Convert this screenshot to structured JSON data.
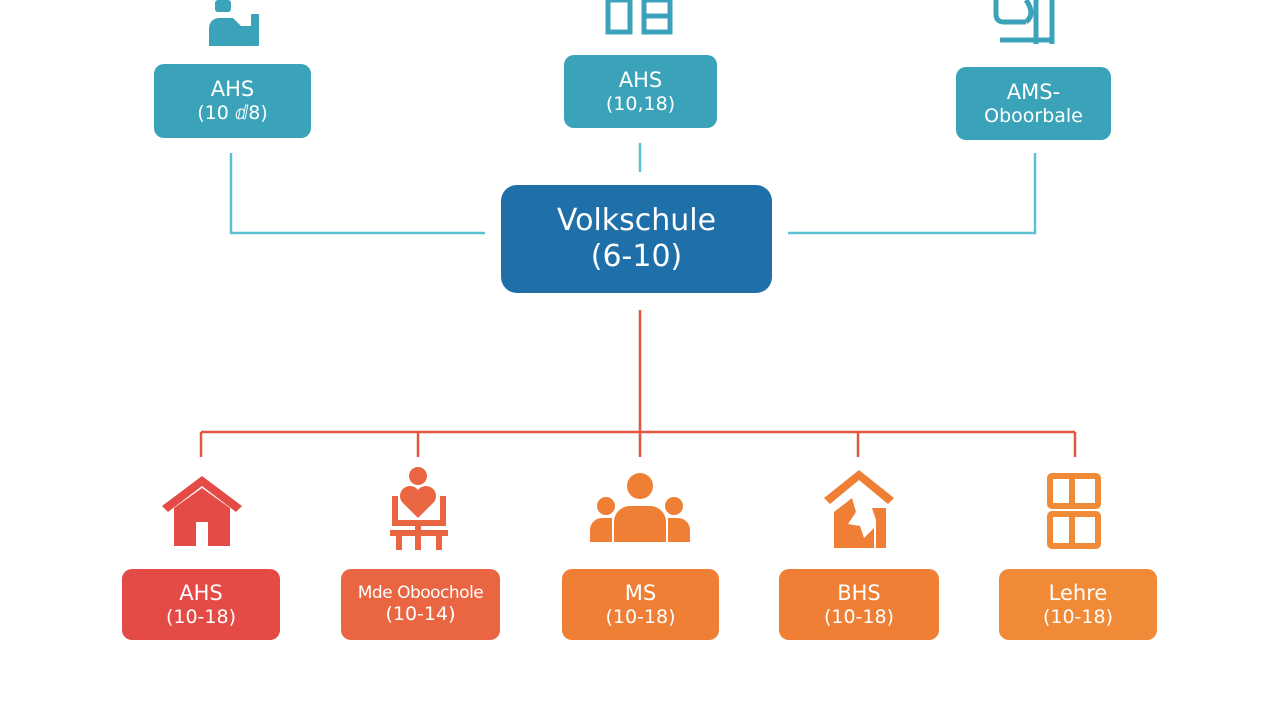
{
  "colors": {
    "top": "#3aa3b9",
    "center": "#1f70a8",
    "line_top": "#5cc0d2",
    "line_bottom": "#e4573f",
    "red": "#e44a46",
    "red_orange": "#ea6541",
    "orange": "#ee7f35",
    "orange_light": "#f08a36"
  },
  "top_nodes": [
    {
      "title": "AHS",
      "subtitle": "(10 ⅆ8)",
      "icon": "teacher-desk-icon"
    },
    {
      "title": "AHS",
      "subtitle": "(10,18)",
      "icon": "school-building-icon"
    },
    {
      "title": "AMS-",
      "subtitle": "Oboorbale",
      "icon": "student-chair-icon"
    }
  ],
  "center_node": {
    "title": "Volkschule",
    "subtitle": "(6-10)"
  },
  "bottom_nodes": [
    {
      "title": "AHS",
      "subtitle": "(10-18)",
      "icon": "house-icon"
    },
    {
      "title": "Mde Oboochole",
      "subtitle": "(10-14)",
      "icon": "family-heart-icon"
    },
    {
      "title": "MS",
      "subtitle": "(10-18)",
      "icon": "group-people-icon"
    },
    {
      "title": "BHS",
      "subtitle": "(10-18)",
      "icon": "workshop-house-icon"
    },
    {
      "title": "Lehre",
      "subtitle": "(10-18)",
      "icon": "window-grid-icon"
    }
  ]
}
